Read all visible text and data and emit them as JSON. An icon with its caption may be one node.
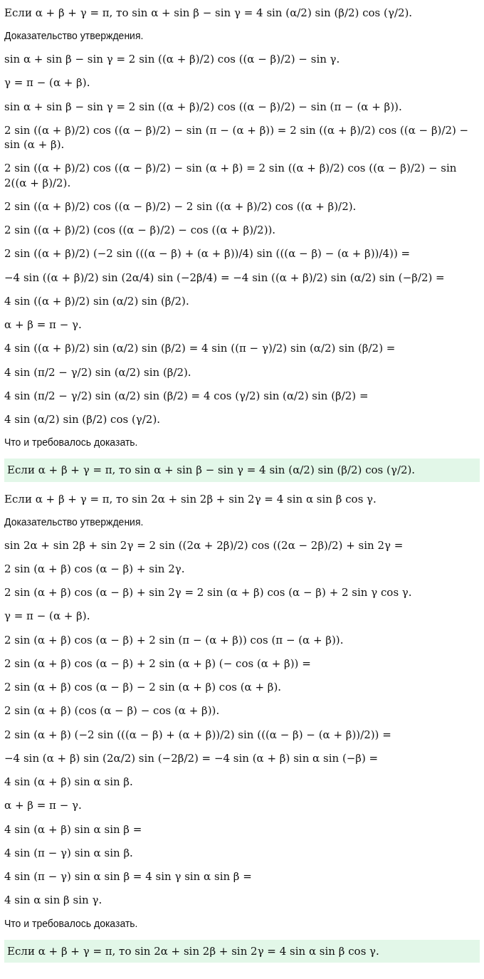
{
  "diagram": {
    "nodes": [
      {
        "text": [
          "Если α + β + γ = π, то sin α + sin β − sin γ = 4 sin (α/2) sin (β/2) cos (γ/2)."
        ]
      },
      {
        "text": [
          "Если α + β + γ = π, то sin 2α + sin 2β + sin 2γ = 4 sin α sin β cos γ."
        ]
      }
    ],
    "labels": [
      "Если α + β + γ = π, то sin α + sin β − sin γ = 4 sin (α/2) sin (β/2) cos (γ/2).",
      "Доказательство утверждения.",
      "sin α + sin β − sin γ = 2 sin ((α + β)/2) cos ((α − β)/2) − sin γ.",
      "γ = π − (α + β).",
      "sin α + sin β − sin γ = 2 sin ((α + β)/2) cos ((α − β)/2) − sin (π − (α + β)).",
      "2 sin ((α + β)/2) cos ((α − β)/2) − sin (π − (α + β)) = 2 sin ((α + β)/2) cos ((α − β)/2) − sin (α + β).",
      "2 sin ((α + β)/2) cos ((α − β)/2) − sin (α + β) = 2 sin ((α + β)/2) cos ((α − β)/2) − sin 2((α + β)/2).",
      "2 sin ((α + β)/2) cos ((α − β)/2) − 2 sin ((α + β)/2) cos ((α + β)/2).",
      "2 sin ((α + β)/2) (cos ((α − β)/2) − cos ((α + β)/2)).",
      "2 sin ((α + β)/2) (−2 sin (((α − β) + (α + β))/4) sin (((α − β) − (α + β))/4)) =",
      "−4 sin ((α + β)/2) sin (2α/4) sin (−2β/4) = −4 sin ((α + β)/2) sin (α/2) sin (−β/2) =",
      "4 sin ((α + β)/2) sin (α/2) sin (β/2).",
      "α + β = π − γ.",
      "4 sin ((α + β)/2) sin (α/2) sin (β/2) = 4 sin ((π − γ)/2) sin (α/2) sin (β/2) =",
      "4 sin (π/2 − γ/2) sin (α/2) sin (β/2).",
      "4 sin (π/2 − γ/2) sin (α/2) sin (β/2) = 4 cos (γ/2) sin (α/2) sin (β/2) =",
      "4 sin (α/2) sin (β/2) cos (γ/2).",
      "Что и требовалось доказать.",
      "Если α + β + γ = π, то sin 2α + sin 2β + sin 2γ = 4 sin α sin β cos γ.",
      "Доказательство утверждения.",
      "sin 2α + sin 2β + sin 2γ = 2 sin ((2α + 2β)/2) cos ((2α − 2β)/2) + sin 2γ =",
      "2 sin (α + β) cos (α − β) + sin 2γ.",
      "2 sin (α + β) cos (α − β) + sin 2γ = 2 sin (α + β) cos (α − β) + 2 sin γ cos γ.",
      "γ = π − (α + β).",
      "2 sin (α + β) cos (α − β) + 2 sin (π − (α + β)) cos (π − (α + β)).",
      "2 sin (α + β) cos (α − β) + 2 sin (α + β) (− cos (α + β)) =",
      "2 sin (α + β) cos (α − β) − 2 sin (α + β) cos (α + β).",
      "2 sin (α + β) (cos (α − β) − cos (α + β)).",
      "2 sin (α + β) (−2 sin (((α − β) + (α + β))/2) sin (((α − β) − (α + β))/2)) =",
      "−4 sin (α + β) sin (2α/2) sin (−2β/2) = −4 sin (α + β) sin α sin (−β) =",
      "4 sin (α + β) sin α sin β.",
      "α + β = π − γ.",
      "4 sin (α + β) sin α sin β =",
      "4 sin (π − γ) sin α sin β.",
      "4 sin (π − γ) sin α sin β = 4 sin γ sin α sin β =",
      "4 sin α sin β sin γ.",
      "Что и требовалось доказать."
    ]
  }
}
